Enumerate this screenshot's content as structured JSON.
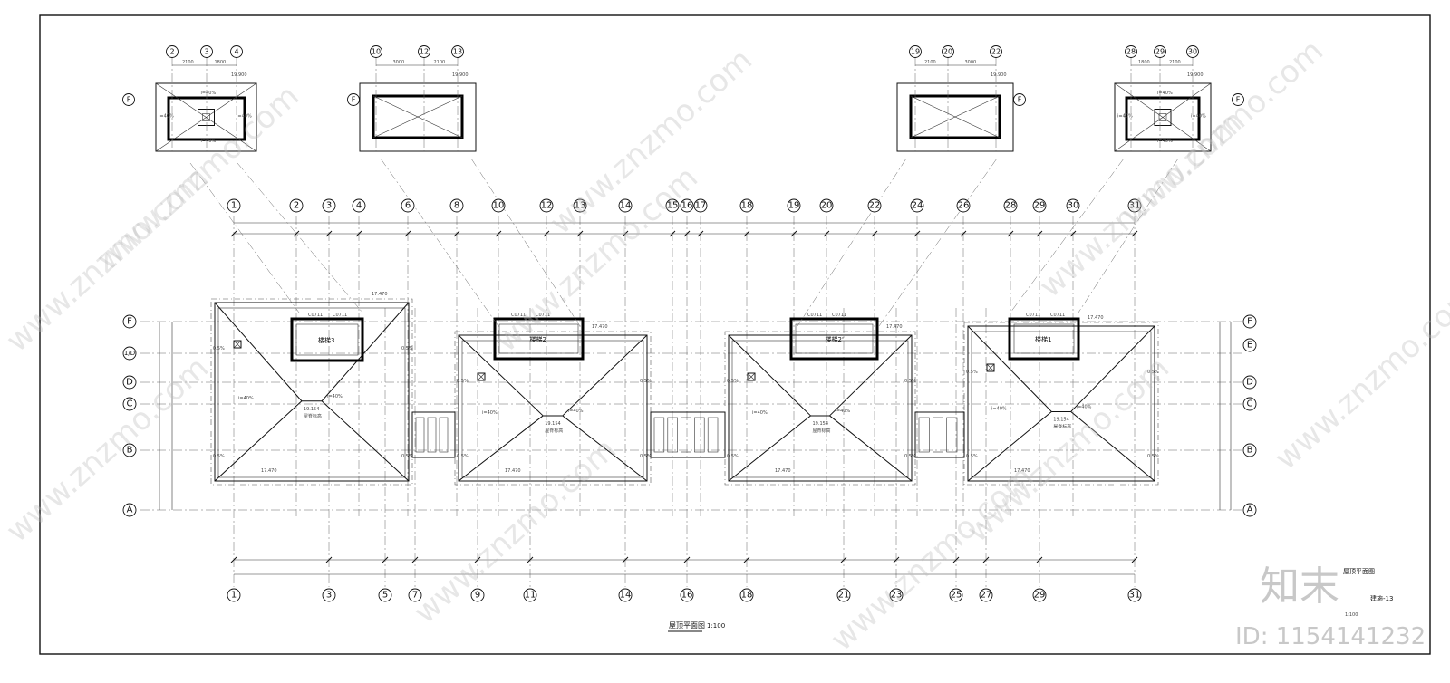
{
  "drawing": {
    "title": "屋顶平面图",
    "scale": "1:100",
    "sheet_title": "屋顶平面图",
    "sheet_no": "建施-13",
    "sheet_scale": "1:100"
  },
  "axes_top": [
    "1",
    "2",
    "3",
    "4",
    "6",
    "8",
    "10",
    "12",
    "13",
    "14",
    "15",
    "16",
    "17",
    "18",
    "19",
    "20",
    "22",
    "24",
    "26",
    "28",
    "29",
    "30",
    "31"
  ],
  "axes_bottom": [
    "1",
    "3",
    "5",
    "7",
    "9",
    "11",
    "14",
    "16",
    "18",
    "21",
    "23",
    "25",
    "27",
    "29",
    "31"
  ],
  "axes_left": [
    "F",
    "1/D",
    "D",
    "C",
    "B",
    "A"
  ],
  "axes_right": [
    "F",
    "E",
    "D",
    "C",
    "B",
    "A"
  ],
  "details": [
    {
      "axes": [
        "2",
        "3",
        "4"
      ],
      "dims": [
        "2100",
        "1800"
      ],
      "elev": "19.900",
      "slopes": [
        "i=40%",
        "i=40%",
        "i=40%",
        "i=40%"
      ]
    },
    {
      "axes": [
        "10",
        "12",
        "13"
      ],
      "dims": [
        "3000",
        "2100"
      ],
      "elev": "19.900",
      "slopes": []
    },
    {
      "axes": [
        "19",
        "20",
        "22"
      ],
      "dims": [
        "2100",
        "3000"
      ],
      "elev": "19.900",
      "slopes": []
    },
    {
      "axes": [
        "28",
        "29",
        "30"
      ],
      "dims": [
        "1800",
        "2100"
      ],
      "elev": "19.900",
      "slopes": [
        "i=40%",
        "i=40%",
        "i=40%",
        "i=40%"
      ]
    }
  ],
  "detail_axis_F": "F",
  "stairs": [
    "楼梯3",
    "楼梯2",
    "楼梯2'",
    "楼梯1"
  ],
  "window_tag": "C0711",
  "labels": {
    "eave_elev": "17.470",
    "ridge_elev": "19.154",
    "ridge_note": "屋脊标高",
    "slope": "i=40%",
    "slope_small": "0.5%"
  },
  "watermark": {
    "site": "www.znzmo.com",
    "logo": "知末",
    "id": "ID: 1154141232"
  }
}
